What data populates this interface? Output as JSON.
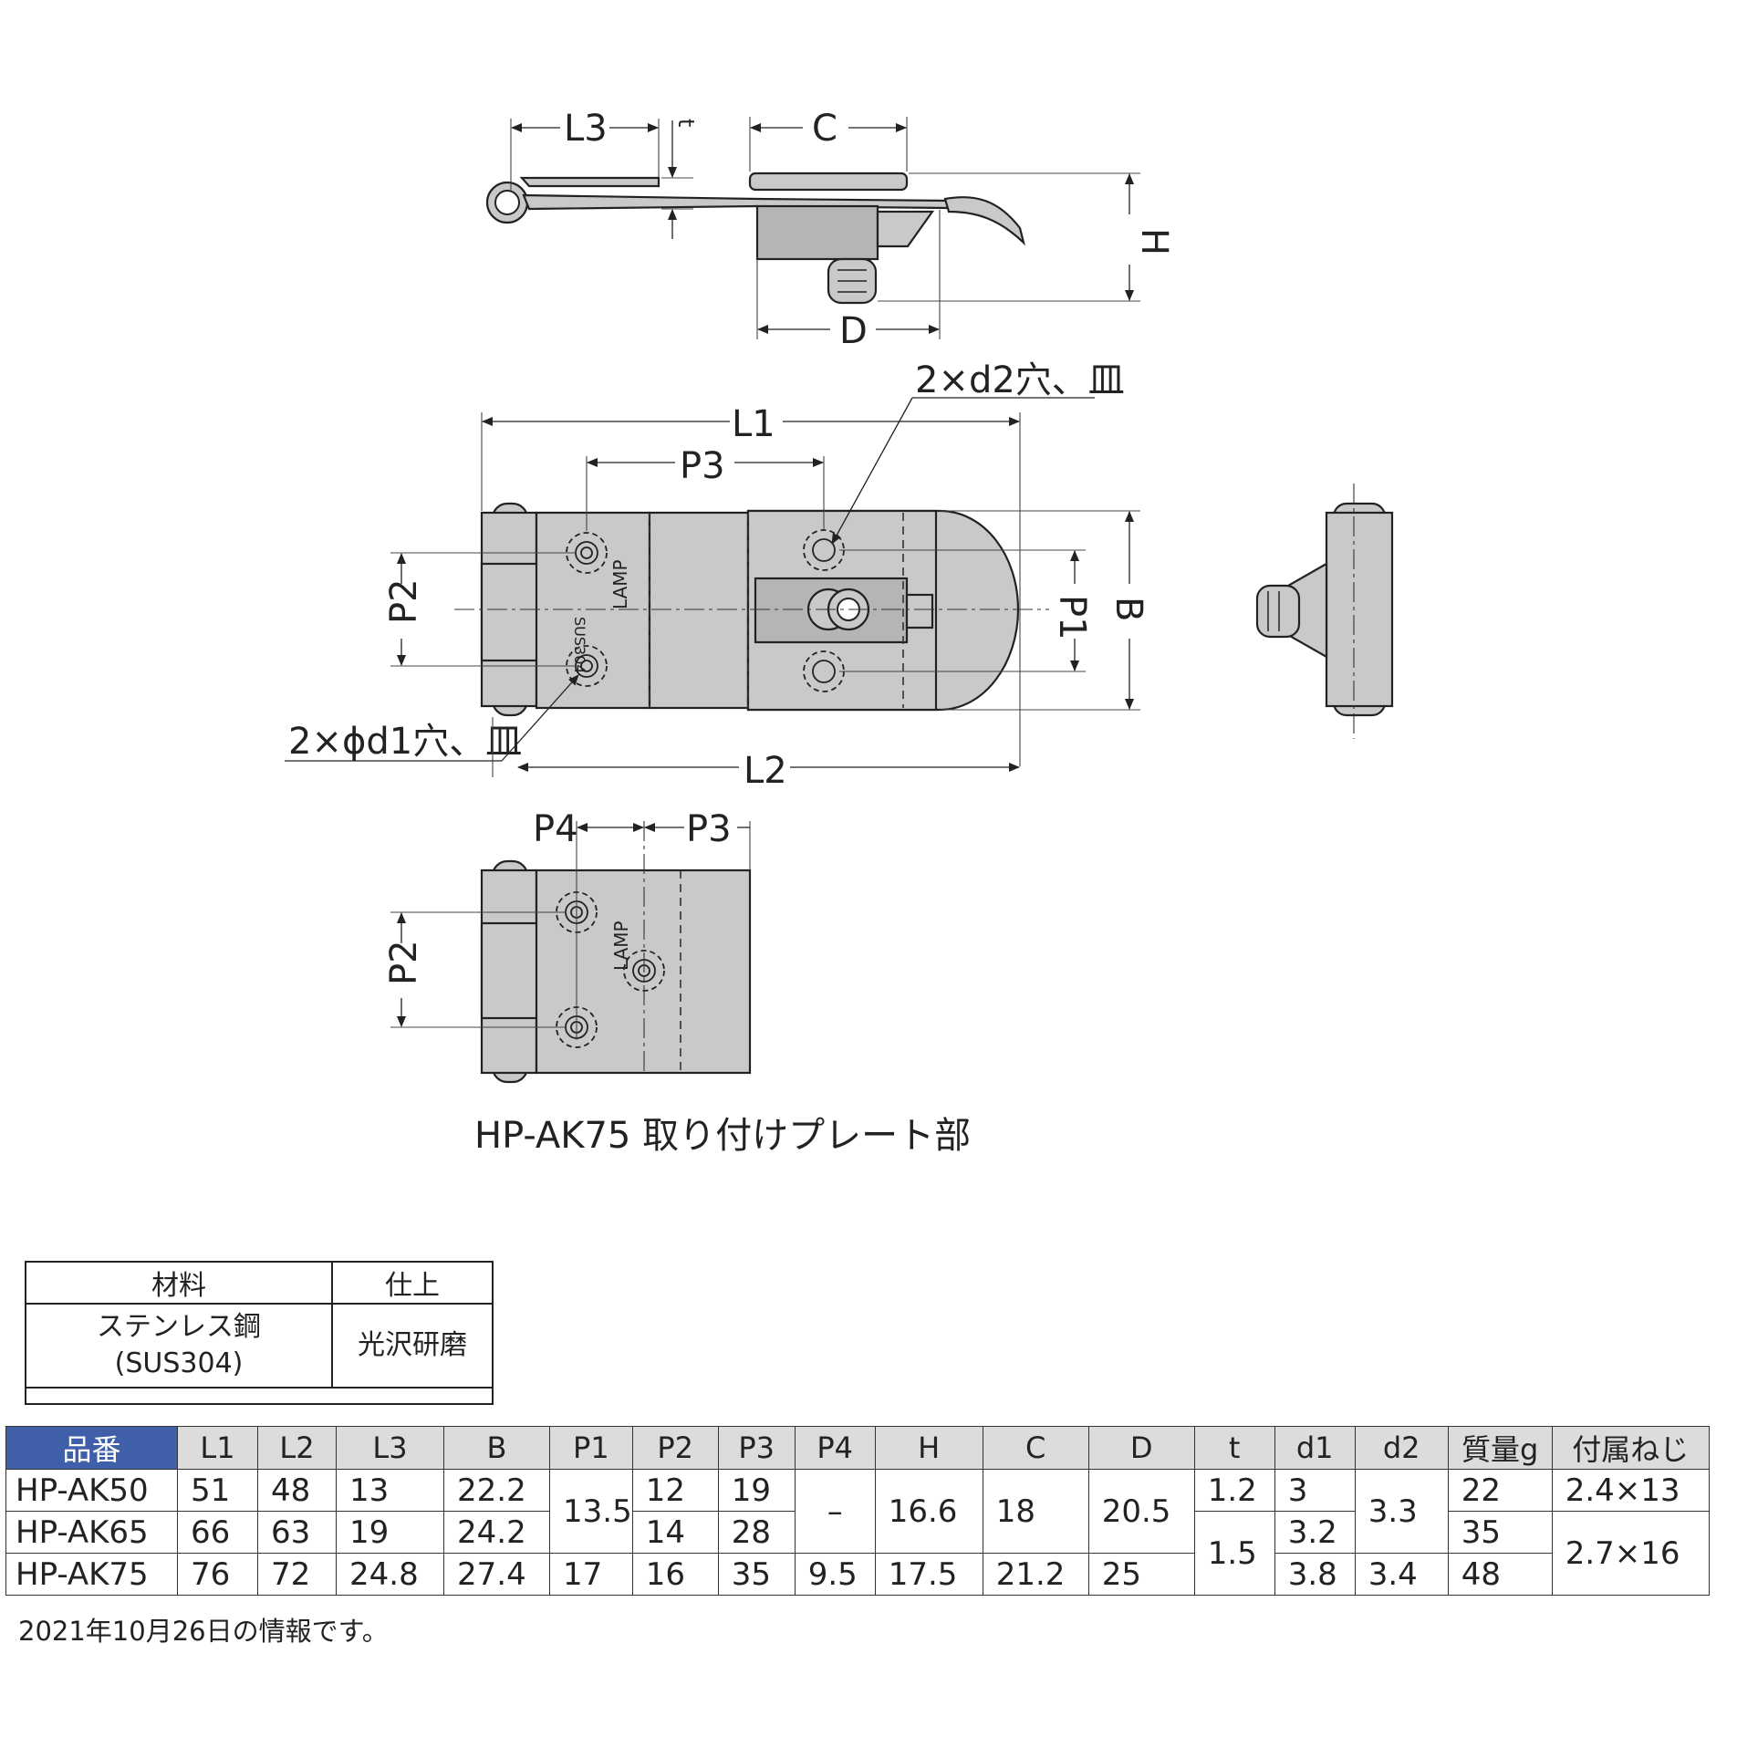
{
  "drawing": {
    "labels": {
      "L3": "L3",
      "t": "t",
      "C": "C",
      "H": "H",
      "D": "D",
      "L1": "L1",
      "L2": "L2",
      "P1": "P1",
      "P2": "P2",
      "P3": "P3",
      "P4": "P4",
      "B": "B"
    },
    "hole_d2": "2×d2穴、皿",
    "hole_d1": "2×ϕd1穴、皿",
    "stamp_brand": "LAMP",
    "stamp_material": "SUS304",
    "plate_caption": "HP-AK75 取り付けプレート部"
  },
  "spec_table": {
    "headers": [
      "材料",
      "仕上"
    ],
    "material_line1": "ステンレス鋼",
    "material_line2": "(SUS304)",
    "finish": "光沢研磨"
  },
  "main_table": {
    "headers": [
      "品番",
      "L1",
      "L2",
      "L3",
      "B",
      "P1",
      "P2",
      "P3",
      "P4",
      "H",
      "C",
      "D",
      "t",
      "d1",
      "d2",
      "質量g",
      "付属ねじ"
    ],
    "rows": [
      {
        "part": "HP-AK50",
        "L1": "51",
        "L2": "48",
        "L3": "13",
        "B": "22.2",
        "P2": "12",
        "P3": "19",
        "d1": "3",
        "mass": "22"
      },
      {
        "part": "HP-AK65",
        "L1": "66",
        "L2": "63",
        "L3": "19",
        "B": "24.2",
        "P2": "14",
        "P3": "28",
        "d1": "3.2",
        "mass": "35"
      },
      {
        "part": "HP-AK75",
        "L1": "76",
        "L2": "72",
        "L3": "24.8",
        "B": "27.4",
        "P2": "16",
        "P3": "35",
        "d1": "3.8",
        "mass": "48"
      }
    ],
    "merged": {
      "P1_50_65": "13.5",
      "P1_75": "17",
      "P4_50_65": "–",
      "P4_75": "9.5",
      "H_50_65": "16.6",
      "H_75": "17.5",
      "C_50_65": "18",
      "C_75": "21.2",
      "D_50_65": "20.5",
      "D_75": "25",
      "t_50": "1.2",
      "t_65_75": "1.5",
      "d2_50_65": "3.3",
      "d2_75": "3.4",
      "screw_50": "2.4×13",
      "screw_65_75": "2.7×16"
    }
  },
  "date_note": "2021年10月26日の情報です。"
}
